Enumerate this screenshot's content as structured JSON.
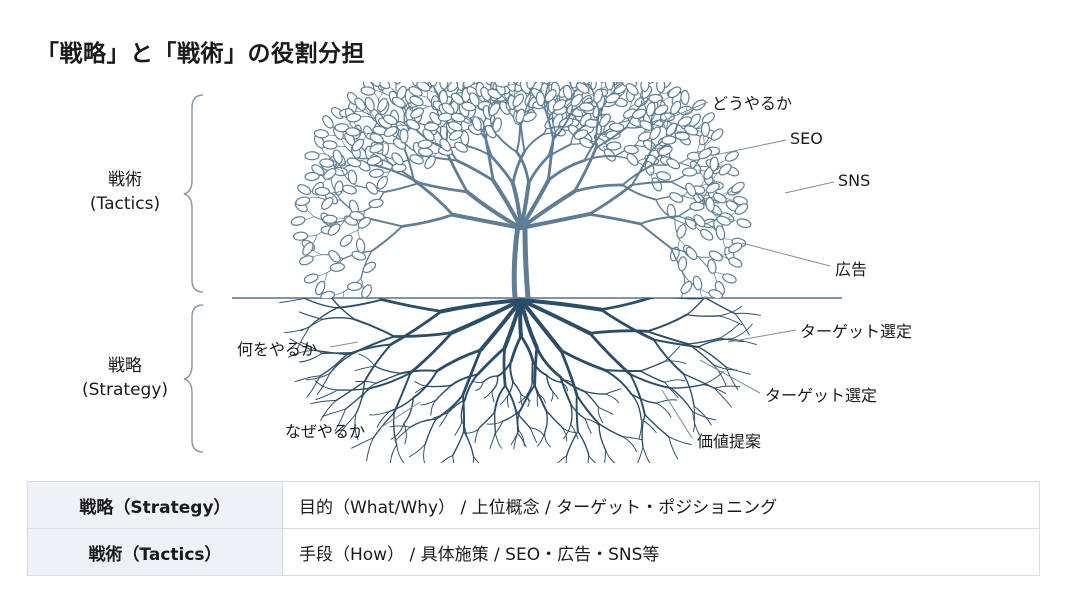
{
  "title": "「戦略」と「戦術」の役割分担",
  "side_labels": {
    "tactics": {
      "ja": "戦術",
      "en": "(Tactics)"
    },
    "strategy": {
      "ja": "戦略",
      "en": "(Strategy)"
    }
  },
  "callouts": {
    "how": "どうやるか",
    "seo": "SEO",
    "sns": "SNS",
    "ads": "広告",
    "target1": "ターゲット選定",
    "target2": "ターゲット選定",
    "value": "価値提案",
    "what": "何をやるか",
    "why": "なぜやるか"
  },
  "table": {
    "rows": [
      {
        "key": "戦略（Strategy）",
        "value": "目的（What/Why） / 上位概念 / ターゲット・ポジショニング"
      },
      {
        "key": "戦術（Tactics）",
        "value": "手段（How） / 具体施策 / SEO・広告・SNS等"
      }
    ]
  },
  "colors": {
    "canopy": "#5f7e95",
    "roots": "#2c4d68",
    "brace": "#8a9aa8",
    "leader": "#7f8f9c"
  }
}
